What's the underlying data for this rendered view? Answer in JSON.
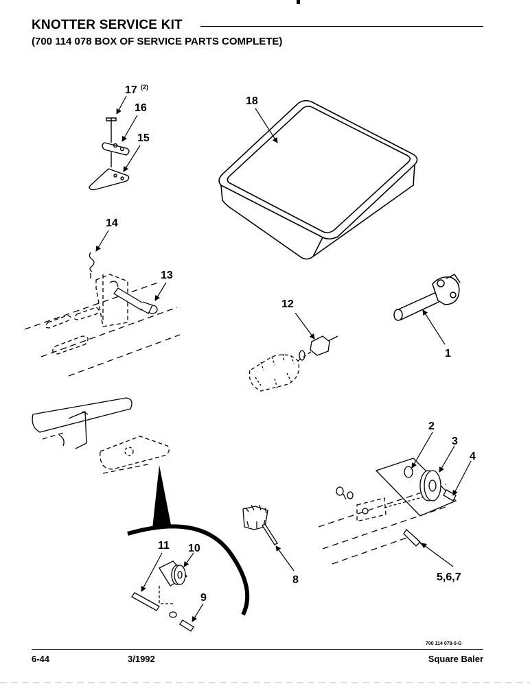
{
  "header": {
    "title": "KNOTTER SERVICE KIT",
    "subtitle": "(700 114 078 BOX OF SERVICE PARTS COMPLETE)"
  },
  "callouts": {
    "c1": "1",
    "c2": "2",
    "c3": "3",
    "c4": "4",
    "c567": "5,6,7",
    "c8": "8",
    "c9": "9",
    "c10": "10",
    "c11": "11",
    "c12": "12",
    "c13": "13",
    "c14": "14",
    "c15": "15",
    "c16": "16",
    "c17": "17",
    "c17_qty": "(2)",
    "c18": "18"
  },
  "figure_code": "700 114 078-0-G",
  "footer": {
    "page": "6-44",
    "date": "3/1992",
    "product": "Square Baler"
  }
}
